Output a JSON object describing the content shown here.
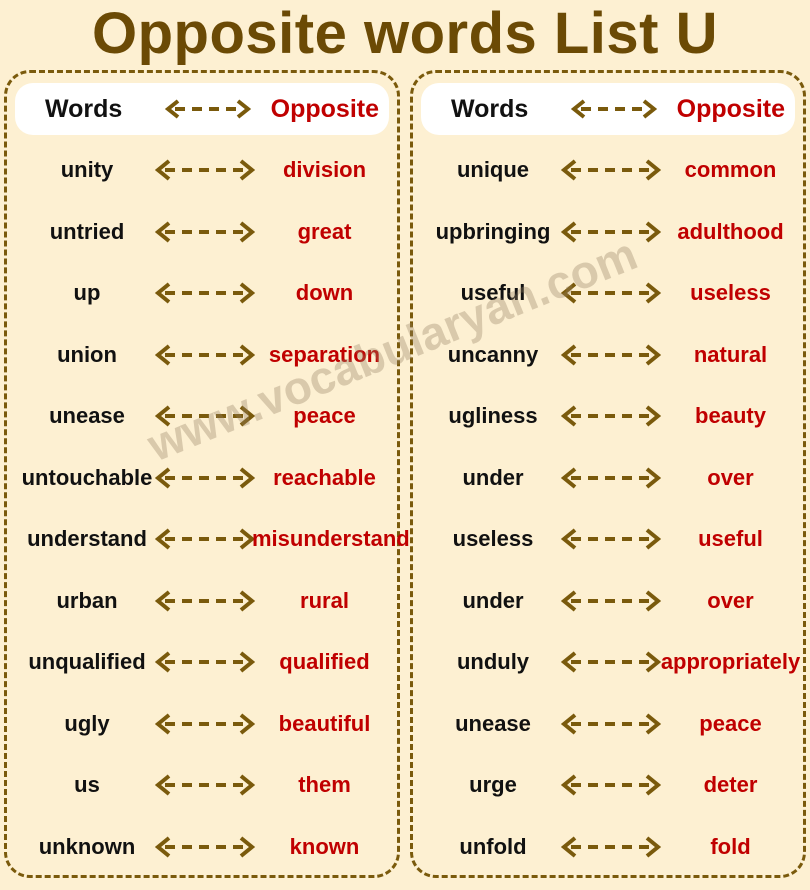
{
  "title": "Opposite words List U",
  "header": {
    "words": "Words",
    "opposite": "Opposite"
  },
  "watermark": "www.vocabularyan.com",
  "colors": {
    "arrow": "#7a5a0c",
    "opposite": "#c00000",
    "title": "#6b4a05",
    "background": "#fdf0d2"
  },
  "left": [
    {
      "word": "unity",
      "opposite": "division"
    },
    {
      "word": "untried",
      "opposite": "great"
    },
    {
      "word": "up",
      "opposite": "down"
    },
    {
      "word": "union",
      "opposite": "separation"
    },
    {
      "word": "unease",
      "opposite": "peace"
    },
    {
      "word": "untouchable",
      "opposite": "reachable"
    },
    {
      "word": "understand",
      "opposite": "misunderstand"
    },
    {
      "word": "urban",
      "opposite": "rural"
    },
    {
      "word": "unqualified",
      "opposite": "qualified"
    },
    {
      "word": "ugly",
      "opposite": "beautiful"
    },
    {
      "word": "us",
      "opposite": "them"
    },
    {
      "word": "unknown",
      "opposite": "known"
    }
  ],
  "right": [
    {
      "word": "unique",
      "opposite": "common"
    },
    {
      "word": "upbringing",
      "opposite": "adulthood"
    },
    {
      "word": "useful",
      "opposite": "useless"
    },
    {
      "word": "uncanny",
      "opposite": "natural"
    },
    {
      "word": "ugliness",
      "opposite": "beauty"
    },
    {
      "word": "under",
      "opposite": "over"
    },
    {
      "word": "useless",
      "opposite": "useful"
    },
    {
      "word": "under",
      "opposite": "over"
    },
    {
      "word": "unduly",
      "opposite": "appropriately"
    },
    {
      "word": "unease",
      "opposite": "peace"
    },
    {
      "word": "urge",
      "opposite": "deter"
    },
    {
      "word": "unfold",
      "opposite": "fold"
    }
  ]
}
